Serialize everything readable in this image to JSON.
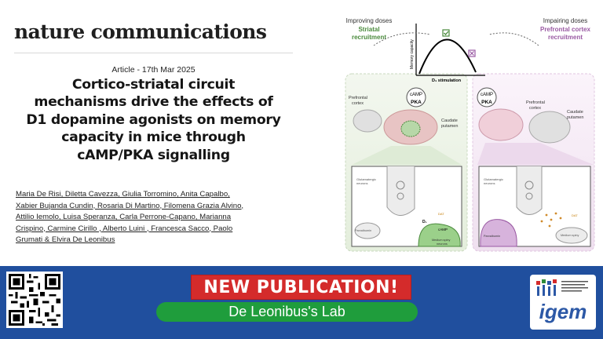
{
  "journal": "nature communications",
  "article_meta": "Article -  17th Mar 2025",
  "title_lines": [
    "Cortico-striatal circuit",
    "mechanisms drive the effects of",
    "D1 dopamine agonists on memory",
    "capacity in mice through",
    "cAMP/PKA signalling"
  ],
  "authors_lines": [
    "Maria De Risi, Diletta Cavezza, Giulia Torromino, Anita Capalbo,",
    "Xabier Bujanda Cundin, Rosaria Di Martino, Filomena Grazia Alvino,",
    "Attilio Iemolo, Luisa Speranza, Carla Perrone-Capano, Marianna",
    "Crispino, Carmine Cirillo , Alberto Luini , Francesca Sacco, Paolo",
    "Grumati  & Elvira De Leonibus"
  ],
  "figure": {
    "left_header": "Improving doses",
    "left_subheader": "Striatal\nrecruitment",
    "right_header": "Impairing doses",
    "right_subheader": "Prefrontal cortex\nrecruitment",
    "y_axis": "Memory capacity",
    "x_axis": "D₁ stimulation",
    "camp": "cAMP",
    "pka": "PKA",
    "prefrontal_cortex": "Prefrontal\ncortex",
    "caudate_putamen": "Caudate\nputamen",
    "glutamatergic": "Glutamatergic\nneurons",
    "parvalbumin": "Parvalbumin\ninhibitory\ninterneurons",
    "medium_spiny": "Medium spiny\nneurons",
    "d1": "D₁",
    "camp_small": "cAMP",
    "pka_small": "PKA",
    "dat": "DAT",
    "colors": {
      "left_green": "#4a8a3c",
      "right_purple": "#9a5aa3",
      "left_bg": "#eef3e9",
      "right_bg": "#f6eef6"
    }
  },
  "banner": {
    "new_publication": "NEW PUBLICATION!",
    "lab": "De Leonibus's Lab",
    "logo_text": "igem",
    "logo_small": "ISTITUTO DI GENETICA E BIOFISICA\nADRIANO BUZZATI-TRAVERSO",
    "colors": {
      "band": "#204f9e",
      "red": "#d42b2b",
      "green": "#1f9d3c"
    }
  }
}
